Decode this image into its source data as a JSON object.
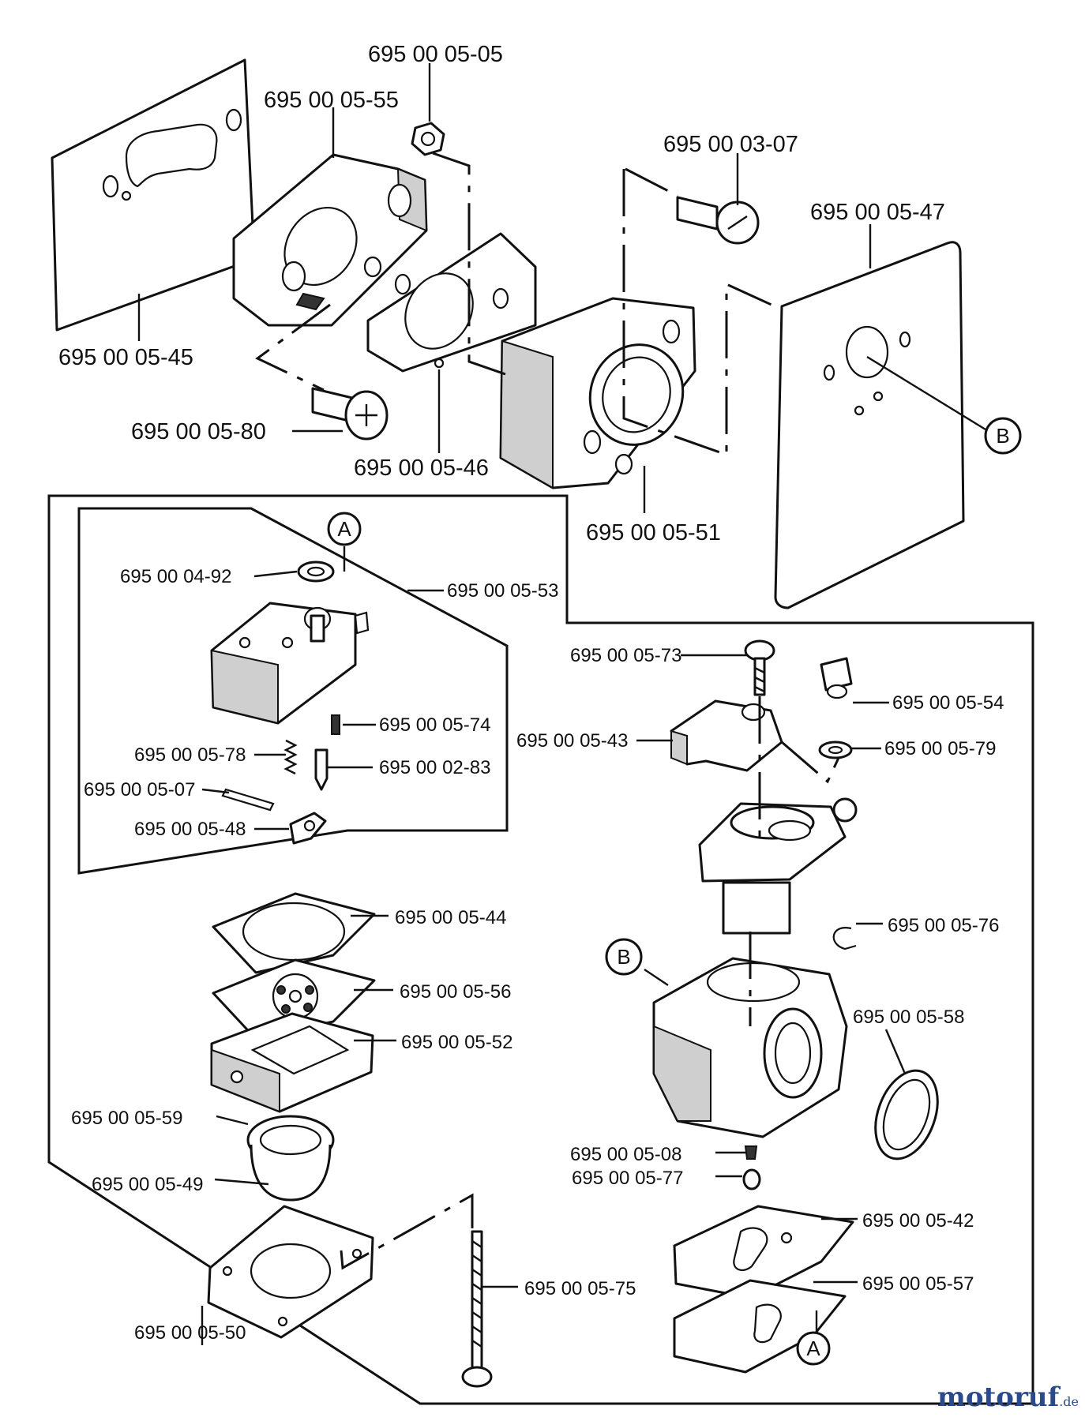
{
  "labels": {
    "p_05_05": "695 00 05-05",
    "p_05_55": "695 00 05-55",
    "p_03_07": "695 00 03-07",
    "p_05_47": "695 00 05-47",
    "p_05_45": "695 00 05-45",
    "p_05_80": "695 00 05-80",
    "p_05_46": "695 00 05-46",
    "p_05_51": "695 00 05-51",
    "p_04_92": "695 00 04-92",
    "p_05_53": "695 00 05-53",
    "p_05_74": "695 00 05-74",
    "p_05_78": "695 00 05-78",
    "p_02_83": "695 00 02-83",
    "p_05_07": "695 00 05-07",
    "p_05_48": "695 00 05-48",
    "p_05_73": "695 00 05-73",
    "p_05_54": "695 00 05-54",
    "p_05_43": "695 00 05-43",
    "p_05_79": "695 00 05-79",
    "p_05_76": "695 00 05-76",
    "p_05_44": "695 00 05-44",
    "p_05_56": "695 00 05-56",
    "p_05_52": "695 00 05-52",
    "p_05_58": "695 00 05-58",
    "p_05_59": "695 00 05-59",
    "p_05_08": "695 00 05-08",
    "p_05_77": "695 00 05-77",
    "p_05_49": "695 00 05-49",
    "p_05_42": "695 00 05-42",
    "p_05_75": "695 00 05-75",
    "p_05_57": "695 00 05-57",
    "p_05_50": "695 00 05-50"
  },
  "callouts": {
    "a_top": "A",
    "a_bottom": "A",
    "b_right": "B",
    "b_left": "B"
  },
  "watermark": {
    "main": "motoruf",
    "suffix": ".de"
  }
}
